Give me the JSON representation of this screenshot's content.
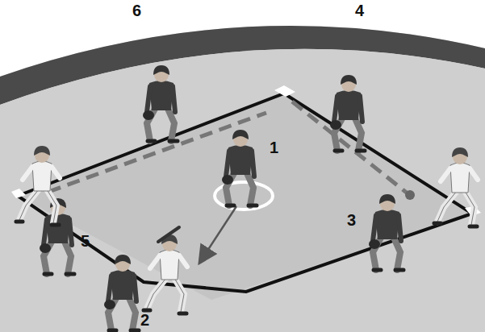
{
  "diagram": {
    "labels": [
      "6",
      "4",
      "1",
      "3",
      "5",
      "2"
    ]
  }
}
